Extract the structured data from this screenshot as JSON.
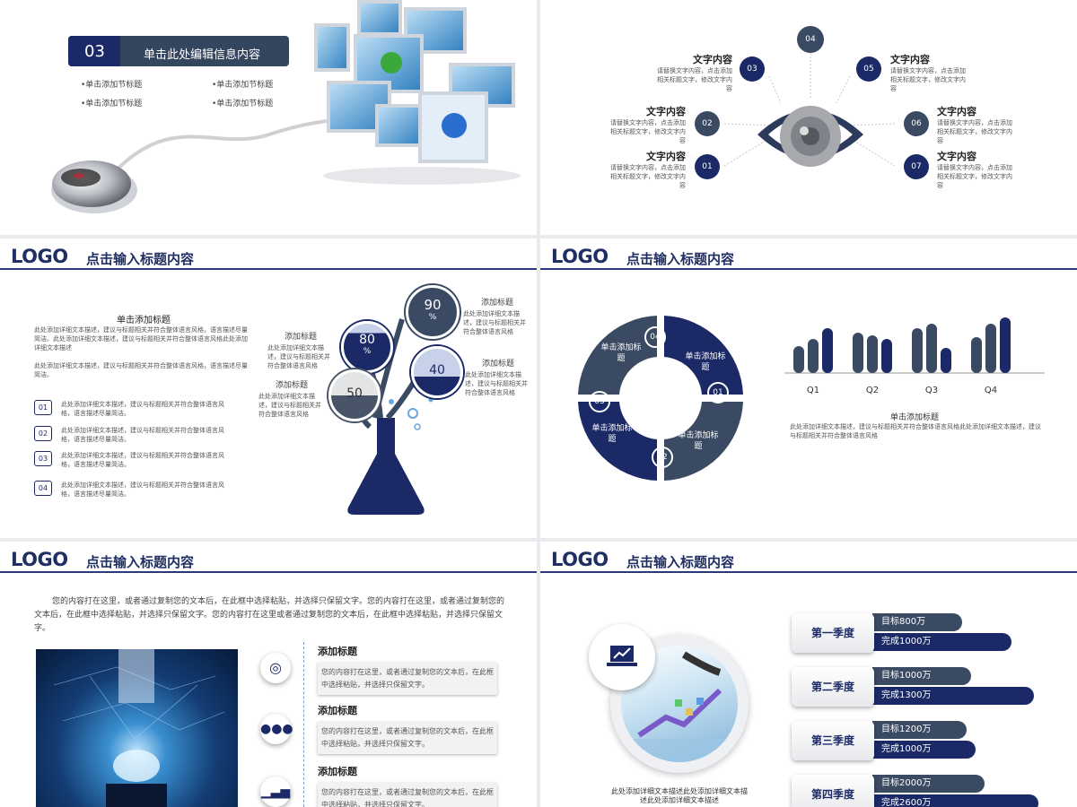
{
  "s1": {
    "badge_num": "03",
    "badge_text": "单击此处编辑信息内容",
    "bullets": [
      "•单击添加节标题",
      "•单击添加节标题",
      "•单击添加节标题",
      "•单击添加节标题"
    ]
  },
  "s2": {
    "title": "文字内容",
    "desc": "请替换文字内容，点击添加相关标题文字，修改文字内容",
    "nodes": [
      "01",
      "02",
      "03",
      "04",
      "05",
      "06",
      "07"
    ]
  },
  "header": {
    "logo": "LOGO",
    "title": "点击输入标题内容"
  },
  "s3": {
    "heading": "单击添加标题",
    "para": "此处添加详细文本描述，建议与标题相关并符合整体语言风格，语言描述尽量简洁。此处添加详细文本描述，建议与标题相关并符合整体语言风格此处添加详细文本描述",
    "para2": "此处添加详细文本描述，建议与标题相关并符合整体语言风格，语言描述尽量简洁。",
    "items": [
      {
        "num": "01",
        "text": "此处添加详细文本描述，建议与标题相关并符合整体语言风格，语言描述尽量简洁。"
      },
      {
        "num": "02",
        "text": "此处添加详细文本描述，建议与标题相关并符合整体语言风格，语言描述尽量简洁。"
      },
      {
        "num": "03",
        "text": "此处添加详细文本描述，建议与标题相关并符合整体语言风格，语言描述尽量简洁。"
      },
      {
        "num": "04",
        "text": "此处添加详细文本描述，建议与标题相关并符合整体语言风格，语言描述尽量简洁。"
      }
    ],
    "labels": [
      {
        "t": "添加标题",
        "d": "此处添加详细文本描述，建议与标题相关并符合整体语言风格"
      },
      {
        "t": "添加标题",
        "d": "此处添加详细文本描述，建议与标题相关并符合整体语言风格"
      },
      {
        "t": "添加标题",
        "d": "此处添加详细文本描述，建议与标题相关并符合整体语言风格"
      },
      {
        "t": "添加标题",
        "d": "此处添加详细文本描述，建议与标题相关并符合整体语言风格"
      }
    ],
    "pct": [
      "90",
      "80",
      "40",
      "50"
    ],
    "pct_sign": "%"
  },
  "s4": {
    "cycle_label": "单击添加标题",
    "cycle_nums": [
      "01",
      "02",
      "03",
      "04"
    ],
    "chart_data": {
      "type": "bar",
      "categories": [
        "Q1",
        "Q2",
        "Q3",
        "Q4"
      ],
      "series": [
        {
          "values": [
            30,
            45,
            50,
            40
          ]
        },
        {
          "values": [
            38,
            42,
            55,
            55
          ]
        },
        {
          "values": [
            50,
            38,
            28,
            62
          ]
        }
      ],
      "ylim": [
        0,
        65
      ]
    },
    "caption_title": "单击添加标题",
    "caption": "此处添加详细文本描述，建议与标题相关并符合整体语言风格此处添加详细文本描述，建议与标题相关并符合整体语言风格"
  },
  "s5": {
    "intro": "您的内容打在这里，或者通过复制您的文本后，在此框中选择粘贴，并选择只保留文字。您的内容打在这里，或者通过复制您的文本后，在此框中选择粘贴，并选择只保留文字。您的内容打在这里或者通过复制您的文本后，在此框中选择粘贴，并选择只保留文字。",
    "items": [
      {
        "t": "添加标题",
        "d": "您的内容打在这里，或者通过复制您的文本后，在此框中选择粘贴，并选择只保留文字。"
      },
      {
        "t": "添加标题",
        "d": "您的内容打在这里，或者通过复制您的文本后，在此框中选择粘贴，并选择只保留文字。"
      },
      {
        "t": "添加标题",
        "d": "您的内容打在这里，或者通过复制您的文本后，在此框中选择粘贴，并选择只保留文字。"
      }
    ]
  },
  "s6": {
    "caption": "此处添加详细文本描述此处添加详细文本描述此处添加详细文本描述",
    "quarters": [
      {
        "q": "第一季度",
        "target": "目标800万",
        "done": "完成1000万",
        "tf": 0.4,
        "df": 0.62
      },
      {
        "q": "第二季度",
        "target": "目标1000万",
        "done": "完成1300万",
        "tf": 0.44,
        "df": 0.72
      },
      {
        "q": "第三季度",
        "target": "目标1200万",
        "done": "完成1000万",
        "tf": 0.42,
        "df": 0.46
      },
      {
        "q": "第四季度",
        "target": "目标2000万",
        "done": "完成2600万",
        "tf": 0.5,
        "df": 0.74
      }
    ]
  },
  "colors": {
    "navy": "#1b2a66",
    "slate": "#3b4a63",
    "light": "#a8b8d8"
  }
}
